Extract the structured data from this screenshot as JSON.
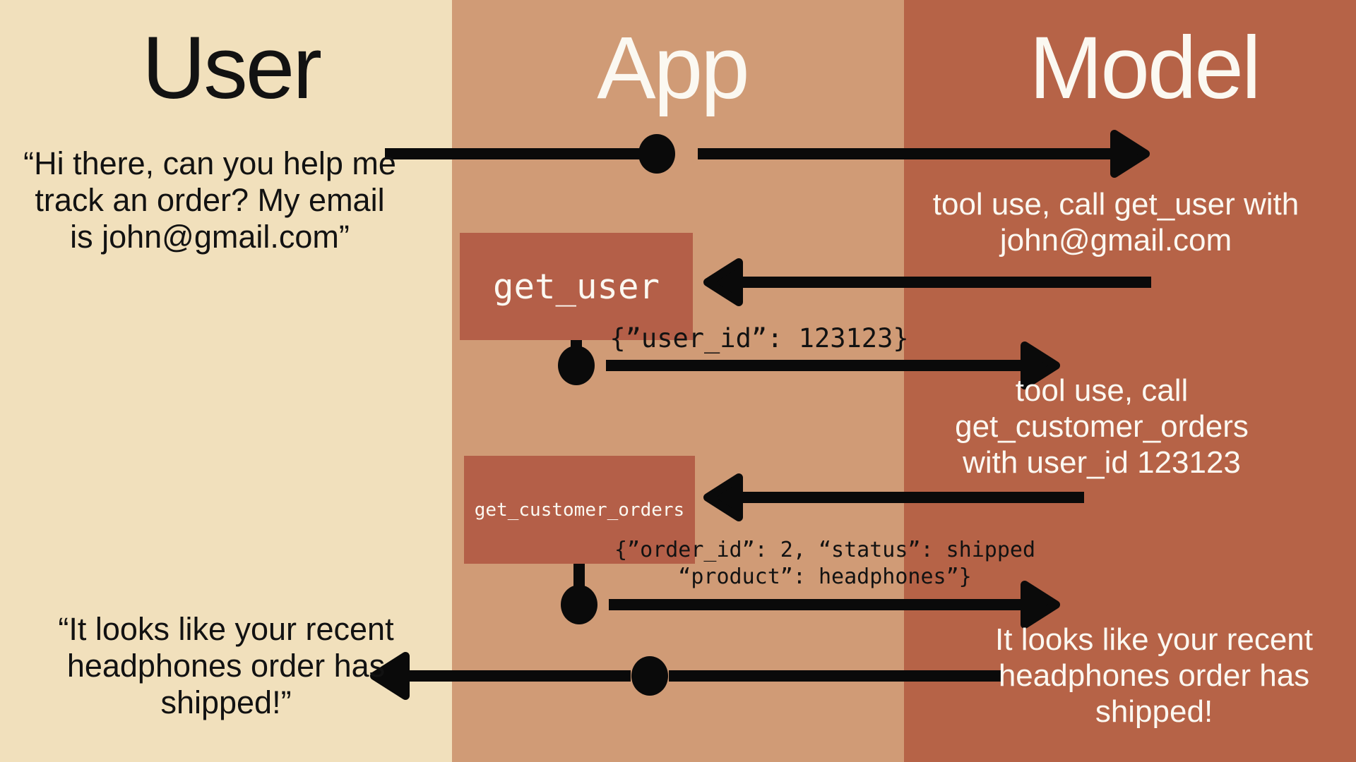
{
  "columns": {
    "user": {
      "title": "User"
    },
    "app": {
      "title": "App"
    },
    "model": {
      "title": "Model"
    }
  },
  "conversation": {
    "user_request": {
      "lines": [
        "“Hi there, can you help me",
        "track an order? My email",
        "is john@gmail.com”"
      ]
    },
    "model_tool_call_1": {
      "lines": [
        "tool use, call get_user with",
        "john@gmail.com"
      ]
    },
    "tool_box_1": {
      "label": "get_user"
    },
    "tool_result_1": {
      "lines": [
        "{”user_id”: 123123}"
      ]
    },
    "model_tool_call_2": {
      "lines": [
        "tool use, call",
        "get_customer_orders",
        "with user_id 123123"
      ]
    },
    "tool_box_2": {
      "label": "get_customer_orders"
    },
    "tool_result_2": {
      "lines": [
        "{”order_id”: 2, “status”: shipped",
        "“product”: headphones”}"
      ]
    },
    "model_response": {
      "lines": [
        "It looks like your recent",
        "headphones order has",
        "shipped!"
      ]
    },
    "user_reply": {
      "lines": [
        "“It looks like your recent",
        "headphones order has",
        "shipped!”"
      ]
    }
  },
  "colors": {
    "user_bg": "#f1e0bc",
    "app_bg": "#d09b76",
    "model_bg": "#b66347",
    "tool_box_bg": "#b45f48",
    "arrow": "#0a0a0a",
    "dark_text": "#121212",
    "light_text": "#fbf8f1"
  }
}
